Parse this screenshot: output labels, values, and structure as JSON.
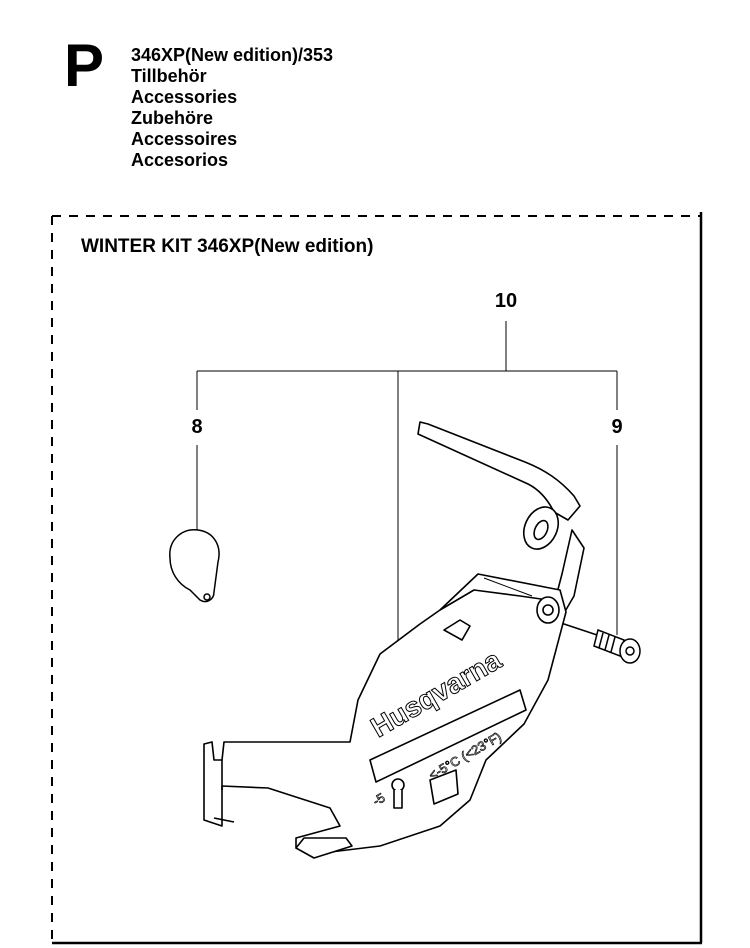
{
  "section": {
    "letter": "P"
  },
  "header": {
    "lines": [
      "346XP(New edition)/353",
      "Tillbehör",
      "Accessories",
      "Zubehöre",
      "Accessoires",
      "Accesorios"
    ]
  },
  "kit": {
    "title": "WINTER KIT 346XP(New edition)"
  },
  "callouts": [
    {
      "id": "10",
      "label": "10"
    },
    {
      "id": "8",
      "label": "8"
    },
    {
      "id": "9",
      "label": "9"
    }
  ],
  "cover": {
    "brand": "Husqvarna",
    "temp_label": "<-5°C (<23°F)",
    "minus_label": "-5"
  }
}
